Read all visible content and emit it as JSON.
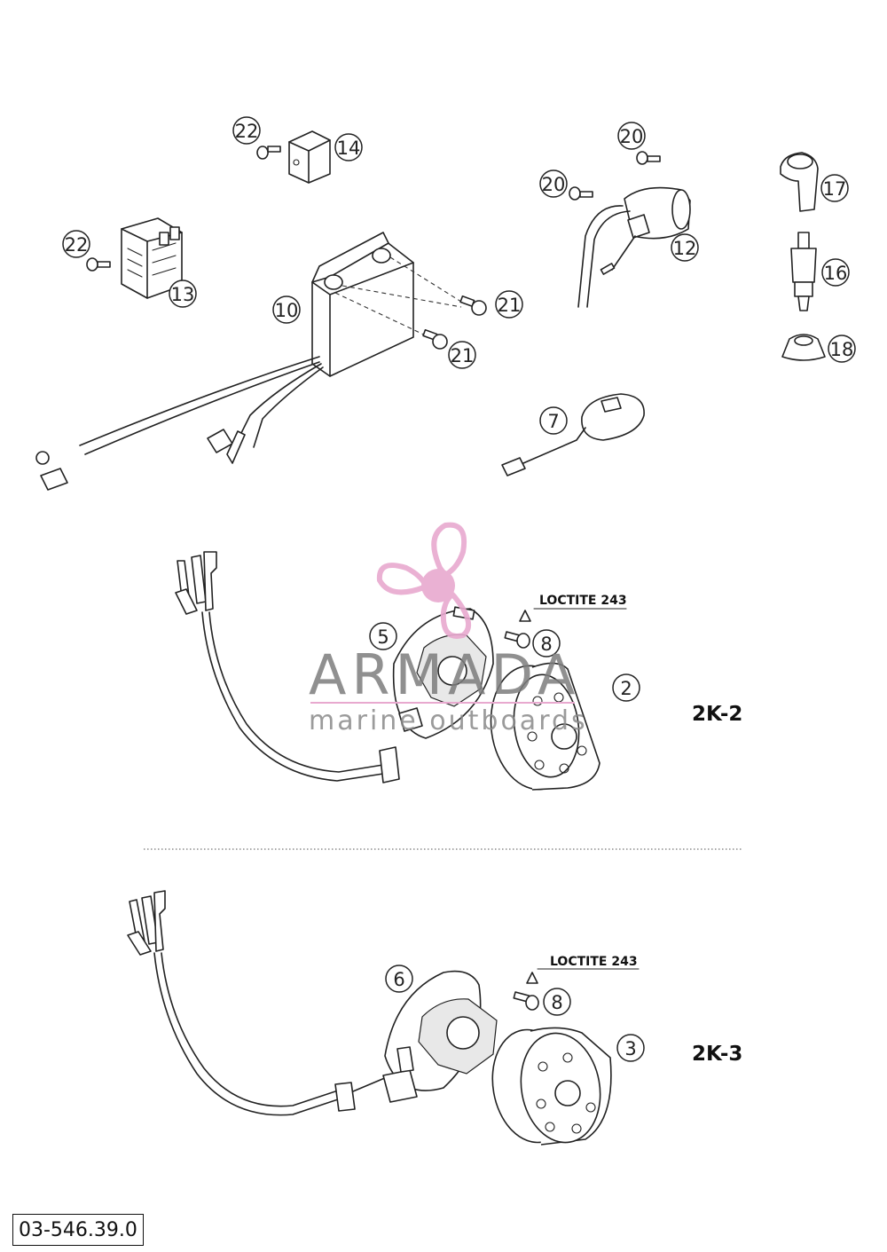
{
  "callouts": [
    "2",
    "3",
    "5",
    "6",
    "7",
    "8",
    "8",
    "10",
    "12",
    "13",
    "14",
    "16",
    "17",
    "18",
    "20",
    "20",
    "21",
    "21",
    "22",
    "22"
  ],
  "notes": {
    "loctite_2k2": "LOCTITE 243",
    "loctite_2k3": "LOCTITE 243"
  },
  "variants": {
    "upper": "2K-2",
    "lower": "2K-3"
  },
  "watermark": {
    "title": "ARMADA",
    "subtitle": "marine outboards",
    "logo_color": "#e8a9cf",
    "text_color": "#7d7d7d"
  },
  "reference_number": "03-546.39.0"
}
